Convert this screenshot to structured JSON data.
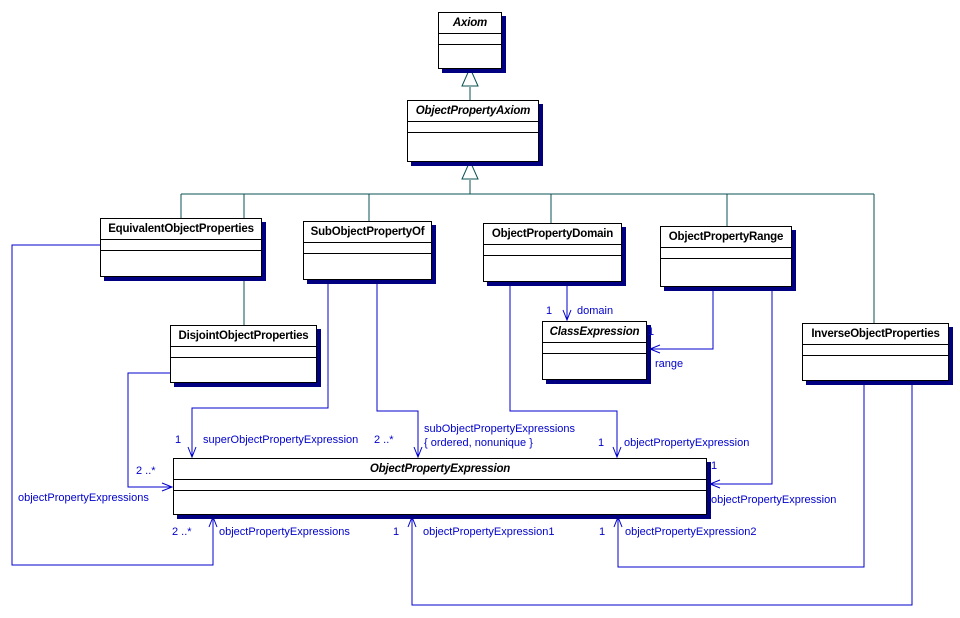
{
  "diagram": {
    "kind": "uml-class-diagram",
    "colors": {
      "background": "#ffffff",
      "box_fill": "#ffffff",
      "box_border": "#000000",
      "box_shadow": "#000080",
      "generalization_line": "#0b5050",
      "association_line": "#0000cc",
      "association_text": "#0000cc",
      "class_title_text": "#000000"
    },
    "classes": {
      "axiom": {
        "name": "Axiom"
      },
      "objectPropertyAxiom": {
        "name": "ObjectPropertyAxiom"
      },
      "equivalentObjectProperties": {
        "name": "EquivalentObjectProperties"
      },
      "subObjectPropertyOf": {
        "name": "SubObjectPropertyOf"
      },
      "objectPropertyDomain": {
        "name": "ObjectPropertyDomain"
      },
      "objectPropertyRange": {
        "name": "ObjectPropertyRange"
      },
      "disjointObjectProperties": {
        "name": "DisjointObjectProperties"
      },
      "classExpression": {
        "name": "ClassExpression"
      },
      "inverseObjectProperties": {
        "name": "InverseObjectProperties"
      },
      "objectPropertyExpression": {
        "name": "ObjectPropertyExpression"
      }
    },
    "associations": {
      "domain": {
        "mult": "1",
        "role": "domain"
      },
      "range": {
        "mult": "1",
        "role": "range"
      },
      "superOpe": {
        "mult": "1",
        "role": "superObjectPropertyExpression"
      },
      "subOpes": {
        "mult": "2 ..*",
        "role": "subObjectPropertyExpressions",
        "constraint": "{ ordered, nonunique }"
      },
      "domainOpe": {
        "mult": "1",
        "role": "objectPropertyExpression"
      },
      "rangeOpe": {
        "mult": "1",
        "role": "objectPropertyExpression"
      },
      "disjointOpes": {
        "mult": "2 ..*",
        "role": "objectPropertyExpressions"
      },
      "equivalentOpes": {
        "mult": "2 ..*",
        "role": "objectPropertyExpressions"
      },
      "inverseOpe1": {
        "mult": "1",
        "role": "objectPropertyExpression1"
      },
      "inverseOpe2": {
        "mult": "1",
        "role": "objectPropertyExpression2"
      }
    }
  }
}
